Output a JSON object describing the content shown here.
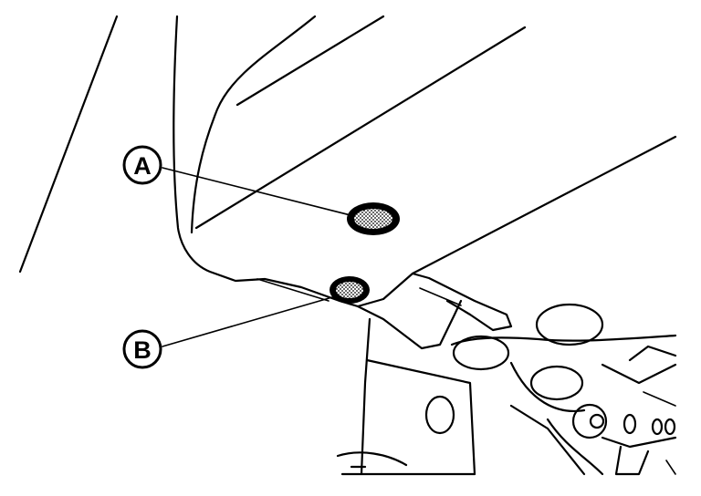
{
  "callouts": [
    {
      "id": "A",
      "label": "A"
    },
    {
      "id": "B",
      "label": "B"
    }
  ],
  "colors": {
    "line": "#000000",
    "background": "#ffffff",
    "grommet_fill": "#9a9a9a"
  }
}
